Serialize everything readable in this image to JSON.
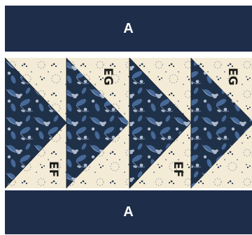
{
  "top_band": {
    "label": "A"
  },
  "bottom_band": {
    "label": "A"
  },
  "blocks": [
    {
      "top_label": "EG",
      "bottom_label": "EF"
    },
    {
      "top_label": "EG",
      "bottom_label": "EF"
    }
  ],
  "colors": {
    "navy": "#1e2d4a",
    "cream": "#f3ebd5",
    "print_dark": "#1f3149",
    "print_mid": "#3a5a86",
    "print_light": "#c7d3e6"
  }
}
